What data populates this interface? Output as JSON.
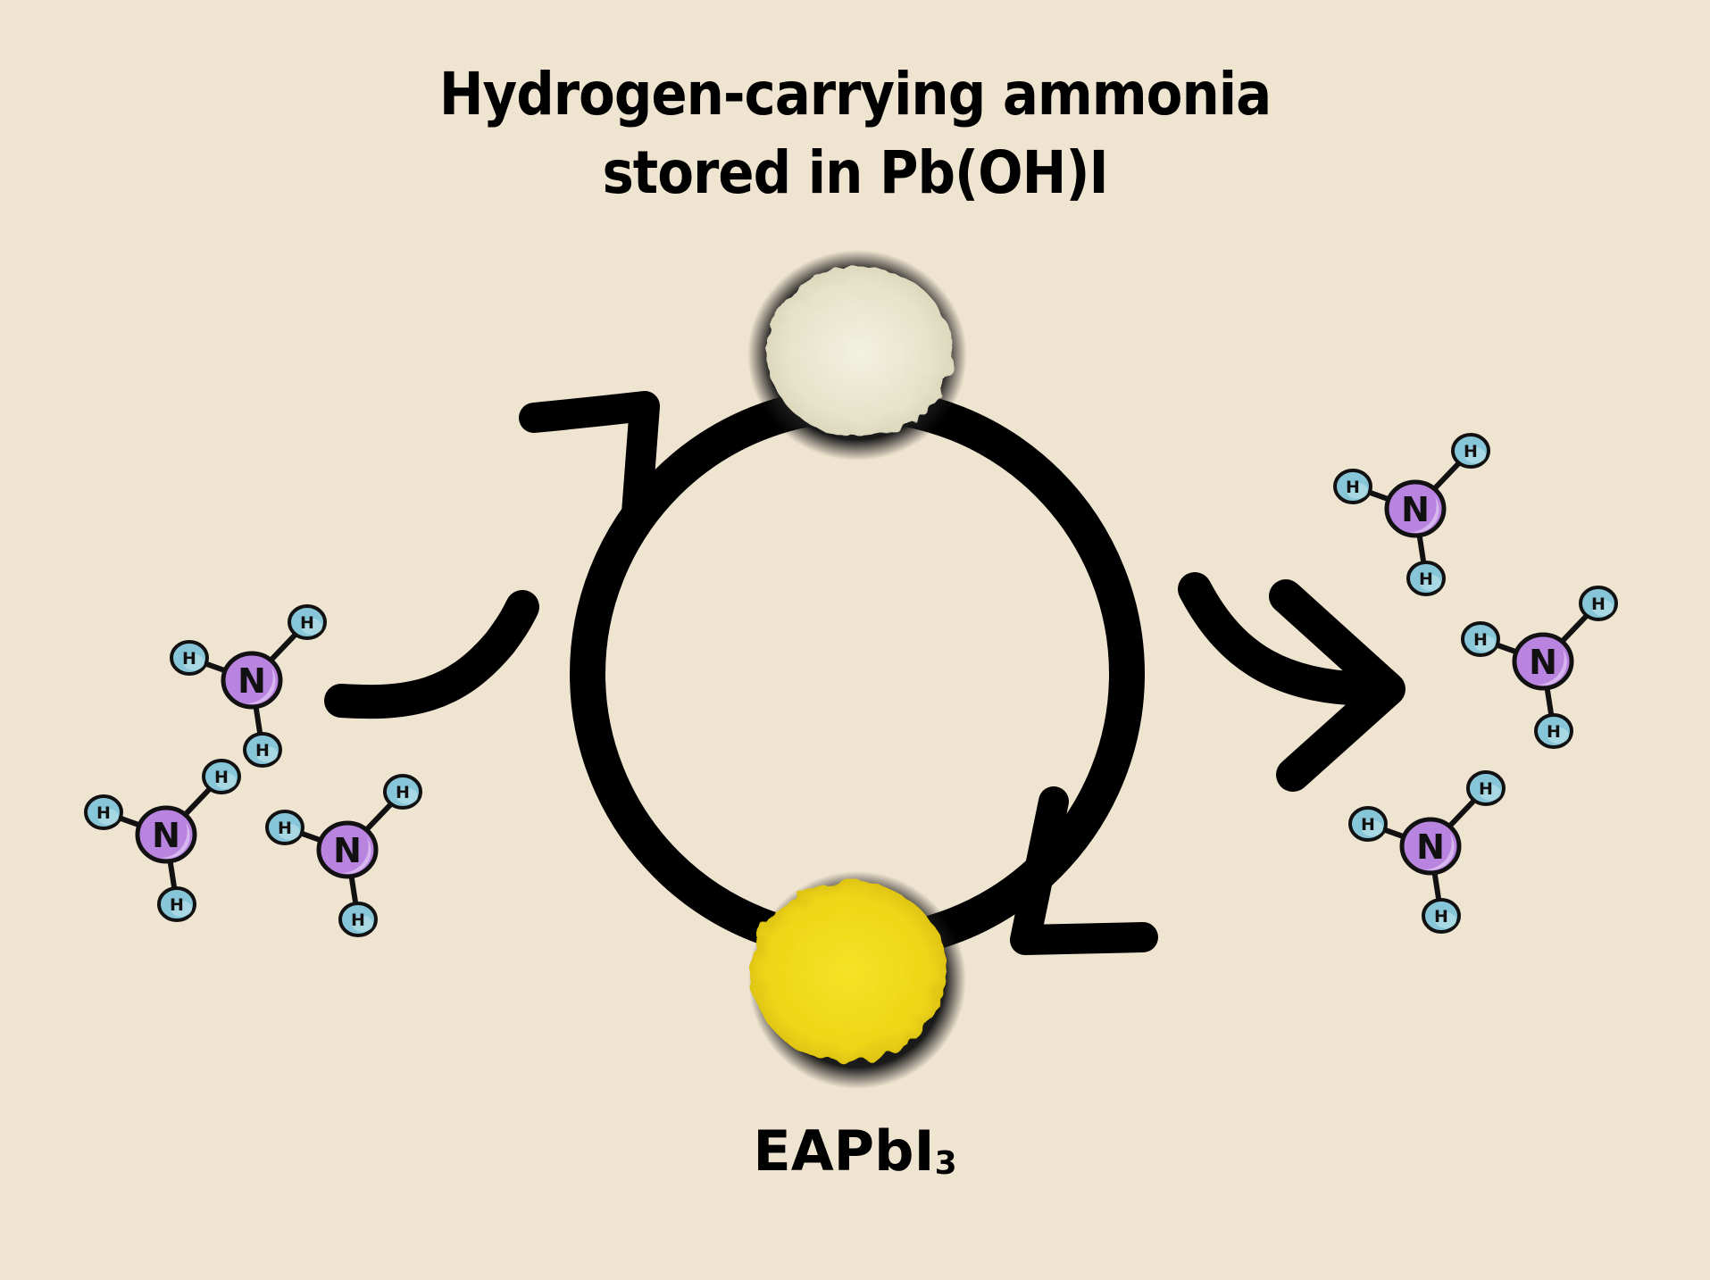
{
  "title": {
    "line1": "Hydrogen-carrying ammonia",
    "line2": "stored in Pb(OH)I"
  },
  "bottom_label": {
    "main": "EAPbI",
    "subscript": "3"
  },
  "powders": {
    "top": {
      "material": "Pb(OH)I",
      "color": "#EDEBD6"
    },
    "bottom": {
      "material": "EAPbI3",
      "color": "#F2DD1E"
    }
  },
  "molecule": {
    "central_atom": "N",
    "bonded_atom": "H",
    "n_color": "#B984E0",
    "h_color": "#86C6D8"
  },
  "molecule_groups": {
    "left": {
      "role": "ammonia-in",
      "count": 3
    },
    "right": {
      "role": "ammonia-out",
      "count": 3
    }
  },
  "colors": {
    "background": "#EFE4D0",
    "arrow": "#000000"
  }
}
